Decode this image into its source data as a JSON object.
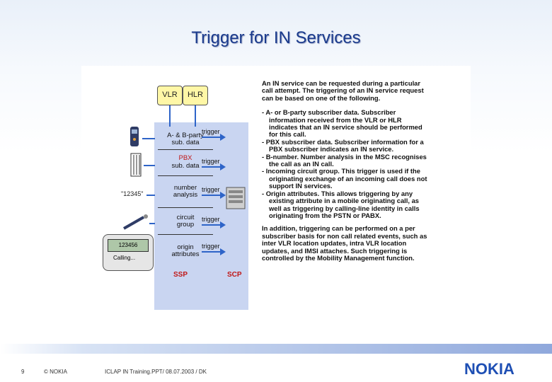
{
  "title": "Trigger for IN Services",
  "diagram": {
    "db_vlr": "VLR",
    "db_hlr": "HLR",
    "box1": "A- & B-party\nsub. data",
    "box2_red": "PBX",
    "box2": "sub. data",
    "box3": "number\nanalysis",
    "box4": "circuit\ngroup",
    "box5": "origin\nattributes",
    "trigger": "trigger",
    "number_string": "\"12345\"",
    "phone_screen": "123456",
    "phone_text": "Calling...",
    "ssp": "SSP",
    "scp": "SCP"
  },
  "description": {
    "intro": "An IN service can be requested during a particular call attempt. The triggering of an IN service request can be based on one of the following.",
    "bullets": [
      "- A- or B-party subscriber data. Subscriber information received from the VLR or HLR indicates that an IN service should be performed for this call.",
      "- PBX subscriber data. Subscriber information for a PBX subscriber indicates an IN service.",
      "- B-number. Number analysis in the MSC recognises the call as an IN call.",
      "- Incoming circuit group. This trigger is used if the originating exchange of an incoming call does not support IN services.",
      "- Origin attributes. This allows triggering by any existing attribute in a mobile originating call, as well as triggering by calling-line identity in calls originating from the PSTN or PABX."
    ],
    "outro": "In addition, triggering can be performed on a per subscriber basis for non call related events, such as inter VLR location updates, intra VLR location updates, and IMSI attaches. Such triggering is controlled by the Mobility Management function."
  },
  "footer": {
    "page": "9",
    "copyright": "© NOKIA",
    "file": "ICLAP IN Training.PPT/ 08.07.2003 / DK",
    "logo": "NOKIA"
  },
  "colors": {
    "accent": "#1e4fb4",
    "highlight": "#c01818",
    "panel": "#c9d5f1"
  }
}
